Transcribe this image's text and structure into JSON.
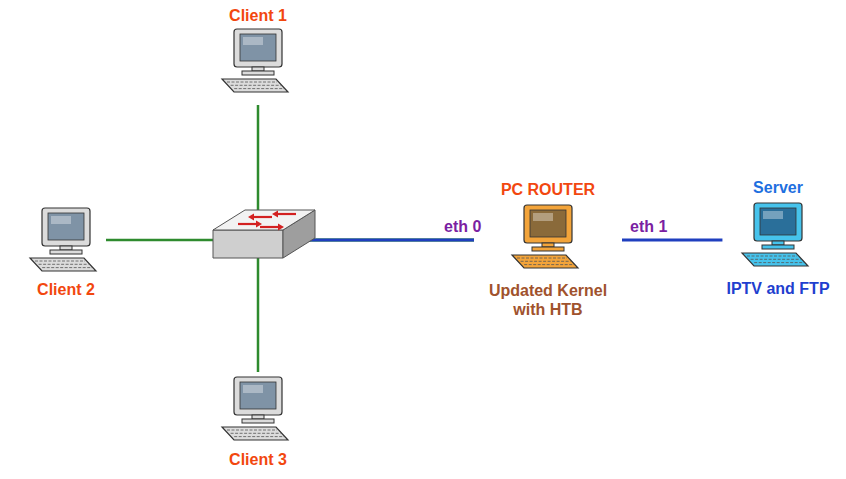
{
  "diagram": {
    "nodes": [
      {
        "text": [
          "Client 1"
        ]
      },
      {
        "text": [
          "Client 2"
        ]
      },
      {
        "text": [
          "Client 3"
        ]
      },
      {
        "text": [
          "PC ROUTER",
          "Updated Kernel with HTB"
        ]
      },
      {
        "text": [
          "Server",
          "IPTV and FTP"
        ]
      }
    ],
    "edges": [
      {
        "from": 0,
        "to": 3,
        "arrow": "none"
      },
      {
        "from": 1,
        "to": 3,
        "arrow": "none"
      },
      {
        "from": 2,
        "to": 3,
        "arrow": "none"
      },
      {
        "from": 3,
        "to": 4,
        "arrow": "none"
      }
    ],
    "labels": [
      "eth 0",
      "eth 1"
    ]
  }
}
